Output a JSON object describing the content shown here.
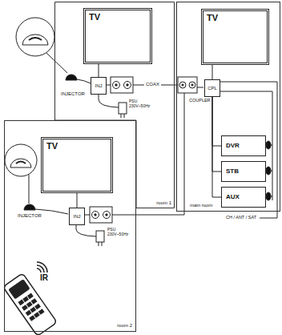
{
  "diagram": {
    "nodes": [
      {
        "text": [
          "room 1"
        ]
      },
      {
        "text": [
          "TV"
        ],
        "in": 0
      },
      {
        "text": [
          "INJ"
        ],
        "in": 0
      },
      {
        "text": [
          "main room"
        ]
      },
      {
        "text": [
          "TV"
        ],
        "in": 3
      },
      {
        "text": [
          "CPL"
        ],
        "in": 3
      },
      {
        "text": [
          "DVR"
        ],
        "in": 3
      },
      {
        "text": [
          "STB"
        ],
        "in": 3
      },
      {
        "text": [
          "AUX"
        ],
        "in": 3
      },
      {
        "text": [
          "room 2"
        ]
      },
      {
        "text": [
          "TV"
        ],
        "in": 9
      },
      {
        "text": [
          "INJ"
        ],
        "in": 9
      }
    ],
    "edges": [
      {
        "from": 2,
        "to": 1,
        "arrow": "none"
      },
      {
        "from": 5,
        "to": 4,
        "arrow": "none"
      },
      {
        "from": 5,
        "to": 6,
        "arrow": "none"
      },
      {
        "from": 5,
        "to": 7,
        "arrow": "none"
      },
      {
        "from": 5,
        "to": 8,
        "arrow": "none"
      },
      {
        "from": 11,
        "to": 10,
        "arrow": "none"
      }
    ],
    "labels": [
      "INJECTOR",
      "PSU 230V~50Hz",
      "COAX",
      "COUPLER",
      "CH / ANT / SAT",
      "INJECTOR",
      "PSU 230V~50Hz",
      "IR"
    ]
  }
}
